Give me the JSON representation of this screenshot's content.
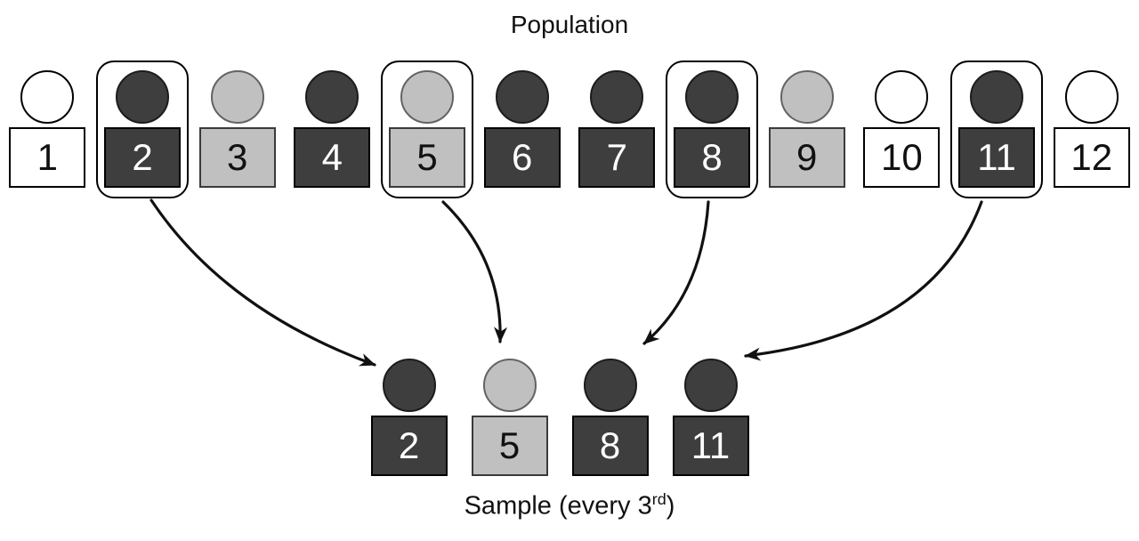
{
  "title": "Population",
  "caption": {
    "prefix": "Sample (every 3",
    "sup": "rd",
    "suffix": ")"
  },
  "colors": {
    "dark": "#3E3E3E",
    "light": "#C0C0C0",
    "white": "#FFFFFF",
    "outline": "#000000",
    "number_on_dark": "#FFFFFF",
    "number_on_light": "#111111"
  },
  "population": {
    "members": [
      {
        "label": "1",
        "shade": "white",
        "selected": false
      },
      {
        "label": "2",
        "shade": "dark",
        "selected": true
      },
      {
        "label": "3",
        "shade": "light",
        "selected": false
      },
      {
        "label": "4",
        "shade": "dark",
        "selected": false
      },
      {
        "label": "5",
        "shade": "light",
        "selected": true
      },
      {
        "label": "6",
        "shade": "dark",
        "selected": false
      },
      {
        "label": "7",
        "shade": "dark",
        "selected": false
      },
      {
        "label": "8",
        "shade": "dark",
        "selected": true
      },
      {
        "label": "9",
        "shade": "light",
        "selected": false
      },
      {
        "label": "10",
        "shade": "white",
        "selected": false
      },
      {
        "label": "11",
        "shade": "dark",
        "selected": true
      },
      {
        "label": "12",
        "shade": "white",
        "selected": false
      }
    ]
  },
  "sample": {
    "interval": "3",
    "members": [
      {
        "label": "2",
        "shade": "dark"
      },
      {
        "label": "5",
        "shade": "light"
      },
      {
        "label": "8",
        "shade": "dark"
      },
      {
        "label": "11",
        "shade": "dark"
      }
    ]
  },
  "arrows": [
    {
      "from": "2",
      "to": "2"
    },
    {
      "from": "5",
      "to": "5"
    },
    {
      "from": "8",
      "to": "8"
    },
    {
      "from": "11",
      "to": "11"
    }
  ]
}
